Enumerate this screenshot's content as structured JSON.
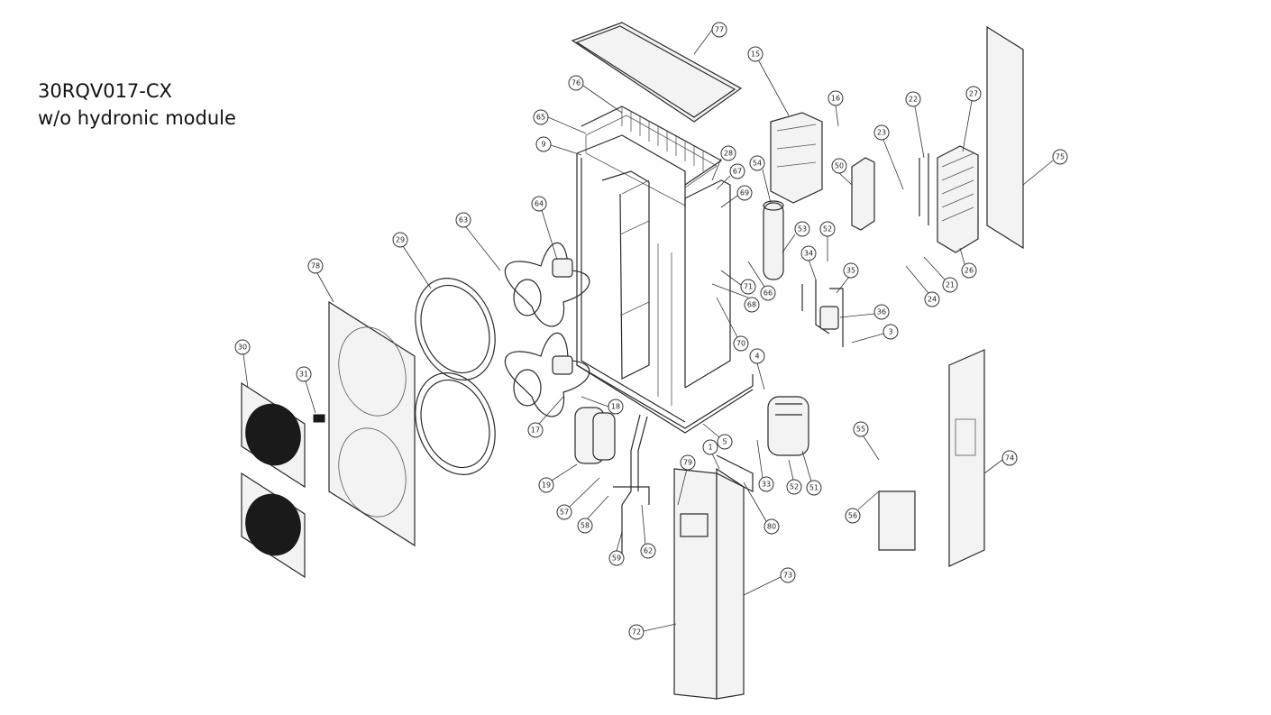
{
  "title": {
    "model": "30RQV017-CX",
    "variant": "w/o hydronic module"
  },
  "callouts": [
    "77",
    "76",
    "65",
    "9",
    "15",
    "16",
    "23",
    "22",
    "27",
    "75",
    "28",
    "67",
    "69",
    "54",
    "50",
    "53",
    "52",
    "64",
    "63",
    "29",
    "78",
    "30",
    "31",
    "34",
    "35",
    "36",
    "3",
    "21",
    "24",
    "26",
    "71",
    "66",
    "68",
    "70",
    "4",
    "18",
    "17",
    "5",
    "19",
    "57",
    "58",
    "59",
    "62",
    "79",
    "1",
    "80",
    "33",
    "52",
    "51",
    "55",
    "56",
    "74",
    "73",
    "72"
  ]
}
